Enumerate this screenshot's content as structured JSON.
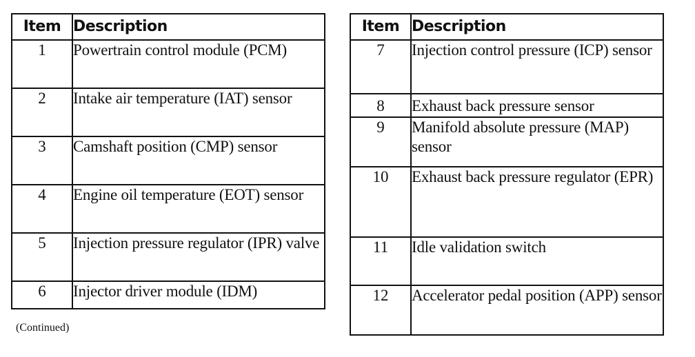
{
  "left_table": {
    "header_item": "Item",
    "header_description": "Description",
    "rows": [
      {
        "item": "1",
        "description": "Powertrain control module (PCM)"
      },
      {
        "item": "2",
        "description": "Intake air temperature (IAT) sensor"
      },
      {
        "item": "3",
        "description": "Camshaft position (CMP) sensor"
      },
      {
        "item": "4",
        "description": "Engine oil temperature (EOT) sensor"
      },
      {
        "item": "5",
        "description": "Injection pressure regulator (IPR) valve"
      },
      {
        "item": "6",
        "description": "Injector driver module (IDM)"
      }
    ]
  },
  "continued_note": "(Continued)",
  "right_table": {
    "header_item": "Item",
    "header_description": "Description",
    "rows": [
      {
        "item": "7",
        "description": "Injection control pressure (ICP) sensor"
      },
      {
        "item": "8",
        "description": "Exhaust back pressure sensor"
      },
      {
        "item": "9",
        "description": "Manifold absolute pressure (MAP) sensor"
      },
      {
        "item": "10",
        "description": "Exhaust back pressure regulator (EPR)"
      },
      {
        "item": "11",
        "description": "Idle validation switch"
      },
      {
        "item": "12",
        "description": "Accelerator pedal position (APP) sensor"
      }
    ]
  }
}
